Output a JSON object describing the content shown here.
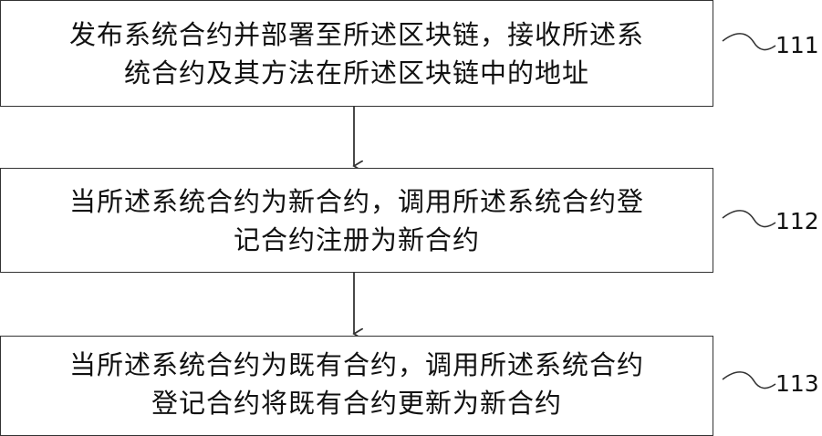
{
  "steps": [
    {
      "ref": "111",
      "lines": [
        "发布系统合约并部署至所述区块链，接收所述系",
        "统合约及其方法在所述区块链中的地址"
      ]
    },
    {
      "ref": "112",
      "lines": [
        "当所述系统合约为新合约，调用所述系统合约登",
        "记合约注册为新合约"
      ]
    },
    {
      "ref": "113",
      "lines": [
        "当所述系统合约为既有合约，调用所述系统合约",
        "登记合约将既有合约更新为新合约"
      ]
    }
  ]
}
